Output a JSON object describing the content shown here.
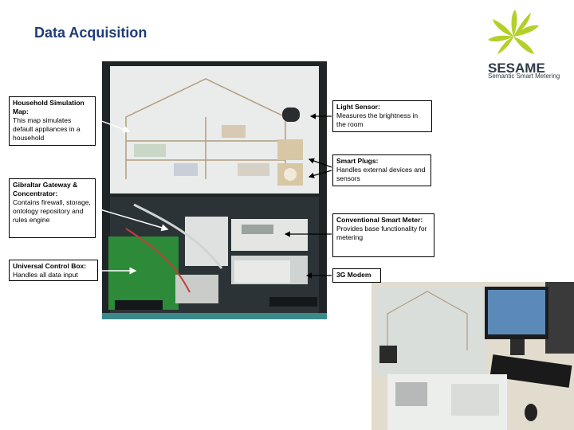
{
  "slide": {
    "title": "Data Acquisition"
  },
  "logo": {
    "name": "SESAME",
    "tagline": "Semantic Smart Metering",
    "accent_color": "#b5cf2a"
  },
  "callouts": {
    "household": {
      "heading": "Household Simulation Map:",
      "body": "This map simulates default appliances in a household"
    },
    "gateway": {
      "heading": "Gibraltar Gateway & Concentrator:",
      "body": "Contains firewall, storage, ontology repository and rules engine"
    },
    "control": {
      "heading": "Universal Control Box:",
      "body": "Handles all data input"
    },
    "light": {
      "heading": "Light Sensor:",
      "body": "Measures the brightness in the room"
    },
    "plugs": {
      "heading": "Smart Plugs:",
      "body": "Handles external devices and sensors"
    },
    "meter": {
      "heading": "Conventional Smart Meter:",
      "body": "Provides base functionality for metering"
    },
    "modem": {
      "heading": "3G Modem",
      "body": ""
    }
  }
}
